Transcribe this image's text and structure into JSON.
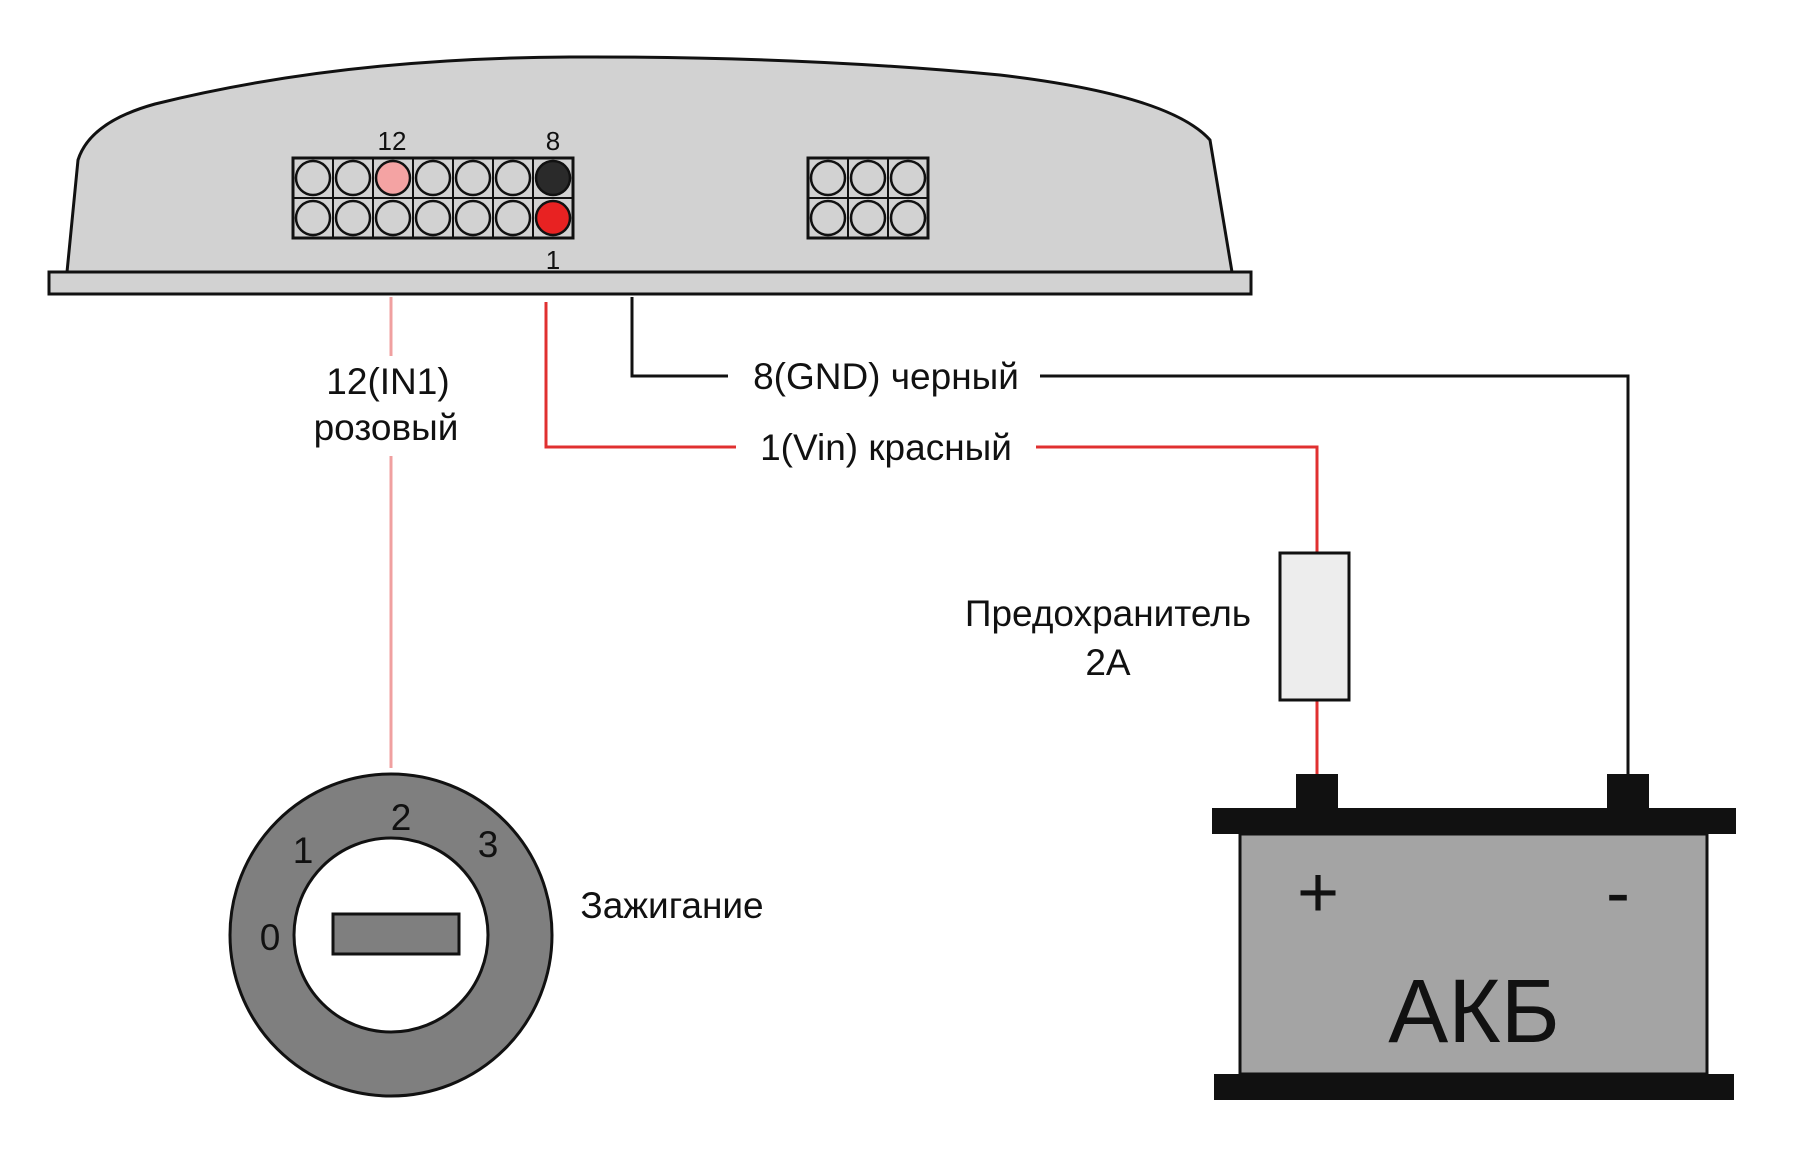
{
  "colors": {
    "housing": "#d2d2d2",
    "outline": "#111111",
    "pin_default": "#d2d2d2",
    "pin_pink": "#f4a3a3",
    "pin_black": "#2a2a2a",
    "pin_red": "#e82222",
    "wire_pink": "#f0a0a0",
    "wire_red": "#e03030",
    "wire_black": "#111111",
    "ignition_ring": "#7f7f7f",
    "battery_body": "#a4a4a4",
    "fuse_body": "#ededed"
  },
  "connector": {
    "pin_label_top_left": "12",
    "pin_label_top_right": "8",
    "pin_label_bottom": "1"
  },
  "wires": {
    "pink_label_line1": "12(IN1)",
    "pink_label_line2": "розовый",
    "black_label": "8(GND) черный",
    "red_label": "1(Vin) красный"
  },
  "fuse": {
    "label_line1": "Предохранитель",
    "label_line2": "2А"
  },
  "ignition": {
    "label": "Зажигание",
    "positions": [
      "0",
      "1",
      "2",
      "3"
    ]
  },
  "battery": {
    "label": "АКБ",
    "plus": "+",
    "minus": "-"
  }
}
